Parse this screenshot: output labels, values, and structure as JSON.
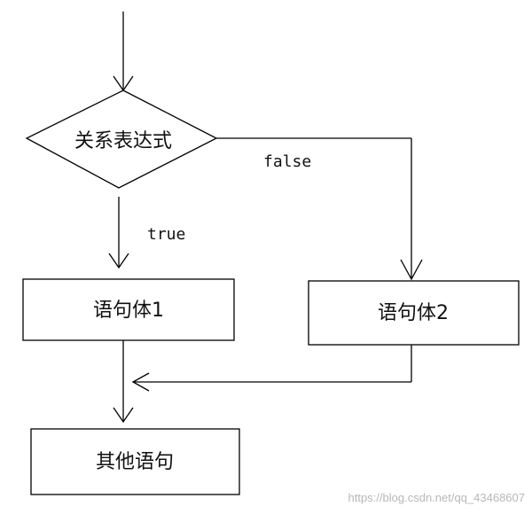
{
  "diagram": {
    "condition": "关系表达式",
    "true_label": "true",
    "false_label": "false",
    "statement_1": "语句体1",
    "statement_2": "语句体2",
    "other_statement": "其他语句",
    "watermark": "https://blog.csdn.net/qq_43468607"
  },
  "colors": {
    "line": "#000000",
    "background": "#ffffff",
    "watermark": "#b7b7b7"
  }
}
